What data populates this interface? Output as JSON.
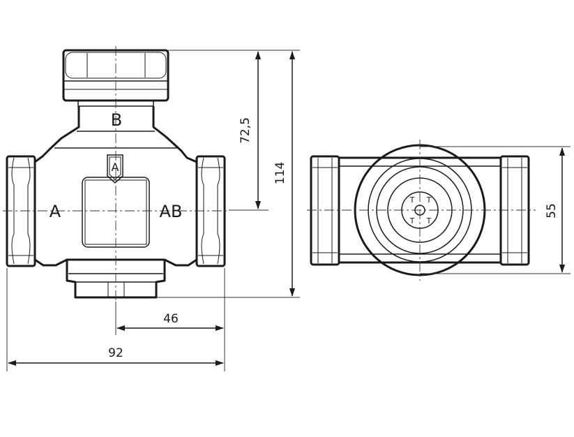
{
  "ports": {
    "a": "A",
    "b": "B",
    "ab": "AB",
    "logo_mark": "A",
    "bottom_marks": [
      "T",
      "T",
      "T",
      "T"
    ]
  },
  "dimensions": {
    "half_width": "46",
    "total_width": "92",
    "upper_height": "72,5",
    "total_height": "114",
    "depth": "55"
  }
}
